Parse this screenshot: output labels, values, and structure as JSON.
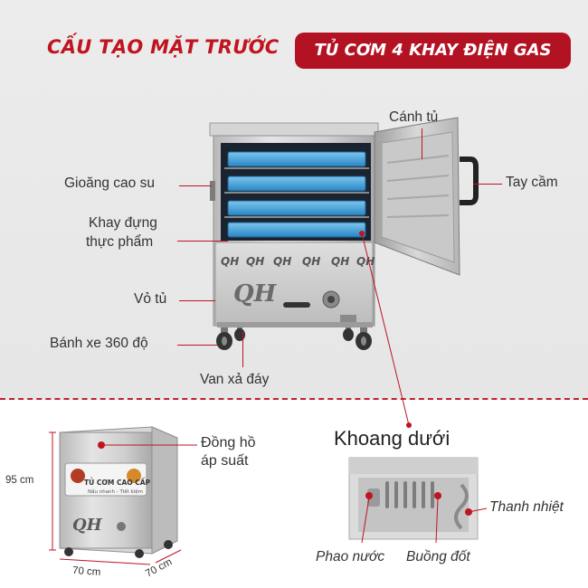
{
  "header": {
    "title_left": "CẤU TẠO MẶT TRƯỚC",
    "title_right": "TỦ CƠM 4 KHAY ĐIỆN GAS"
  },
  "labels": {
    "door": "Cánh tủ",
    "gasket": "Gioăng cao su",
    "handle": "Tay cầm",
    "tray_line1": "Khay đựng",
    "tray_line2": "thực phẩm",
    "shell": "Vỏ tủ",
    "wheel": "Bánh xe 360 độ",
    "drain": "Van xả đáy",
    "gauge_line1": "Đồng hồ",
    "gauge_line2": "áp suất",
    "lower_chamber": "Khoang dưới",
    "heating_bar": "Thanh nhiệt",
    "float": "Phao nước",
    "burner": "Buồng đốt"
  },
  "dimensions": {
    "height": "95 cm",
    "width": "70 cm",
    "depth": "70 cm"
  },
  "product_badge": {
    "line1": "TỦ CƠM CAO CẤP",
    "line2": "Nấu nhanh - Tiết kiệm"
  },
  "brand": "QH",
  "colors": {
    "accent": "#c0141f",
    "pill": "#b31223",
    "steel": "#c9c9c9",
    "tray_blue": "#3aa0d8"
  }
}
